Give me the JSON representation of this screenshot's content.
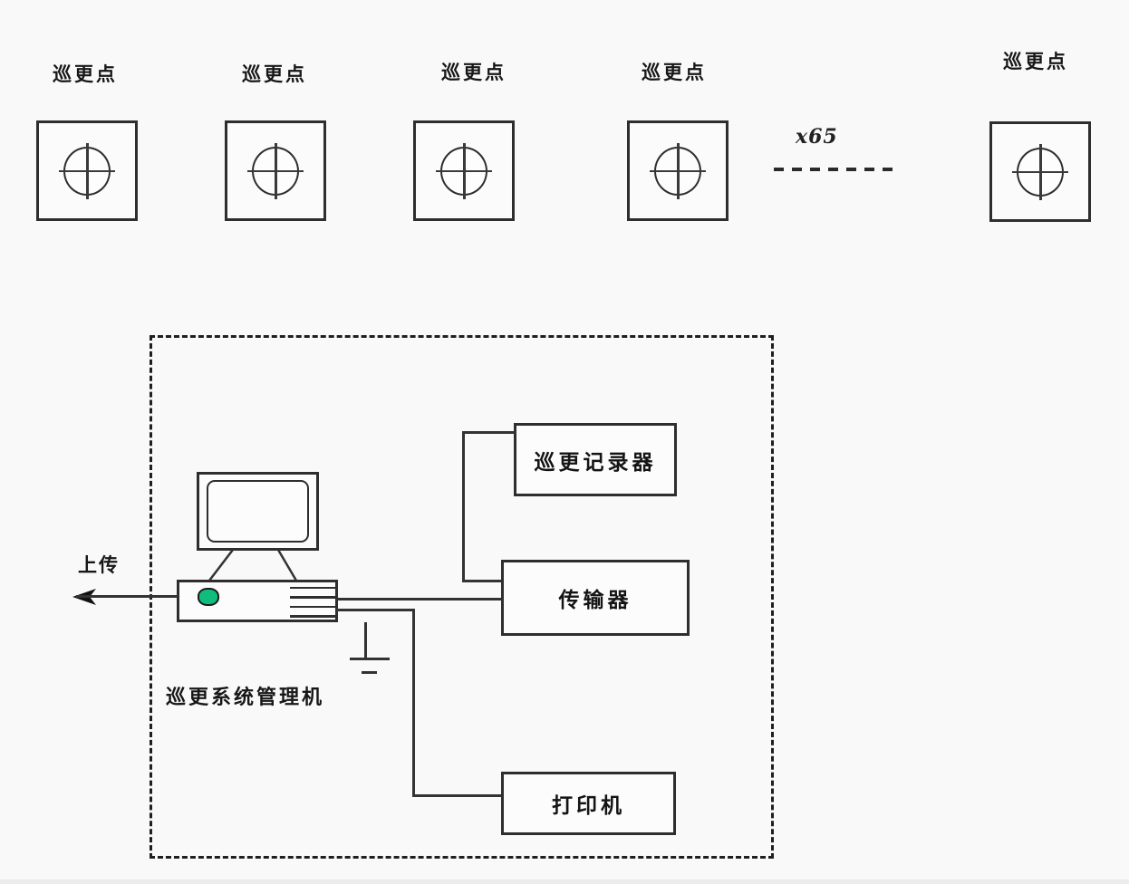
{
  "patrol": {
    "units": [
      {
        "label": "巡更点"
      },
      {
        "label": "巡更点"
      },
      {
        "label": "巡更点"
      },
      {
        "label": "巡更点"
      },
      {
        "label": "巡更点"
      }
    ],
    "multiplier": "x65"
  },
  "station": {
    "label": "巡更系统管理机",
    "upload_label": "上传"
  },
  "devices": {
    "recorder": {
      "label": "巡更记录器"
    },
    "transmitter": {
      "label": "传输器"
    },
    "printer": {
      "label": "打印机"
    }
  },
  "colors": {
    "background": "#f9f9f9",
    "line": "#333333",
    "dashed_border": "#1f1f1f",
    "power_button_green": "#10bd7c"
  }
}
